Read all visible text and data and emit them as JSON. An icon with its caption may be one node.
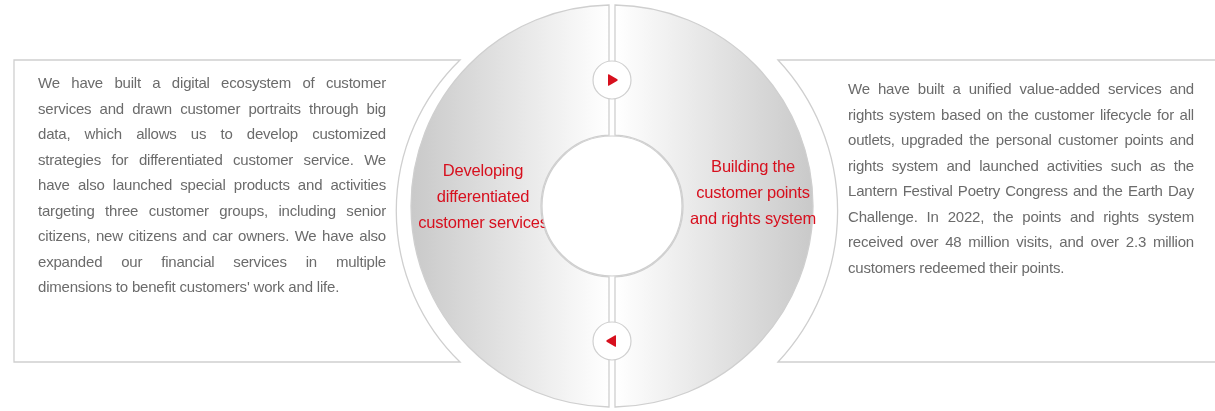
{
  "diagram": {
    "nodes": [
      {
        "text": [
          "We have built a digital ecosystem of customer services and drawn customer portraits through big data, which allows us to develop customized strategies for differentiated customer service. We have also launched special products and activities targeting three customer groups, including senior citizens, new citizens and car owners. We have also expanded our financial services in multiple dimensions to benefit customers' work and life."
        ]
      },
      {
        "text": [
          "We have built a unified value-added services and rights system based on the customer lifecycle for all outlets, upgraded the personal customer points and rights system and launched activities such as the Lantern Festival Poetry Congress and the Earth Day Challenge. In 2022, the points and rights system received over 48 million visits, and over 2.3 million customers redeemed their points."
        ]
      },
      {
        "text": [
          "Developing differentiated customer services"
        ]
      },
      {
        "text": [
          "Building the customer points and rights system"
        ]
      },
      {
        "text": [],
        "shape": "circle"
      }
    ],
    "edges": [
      {
        "from": 2,
        "to": 3,
        "arrow": "to"
      },
      {
        "from": 3,
        "to": 2,
        "arrow": "to"
      }
    ]
  }
}
